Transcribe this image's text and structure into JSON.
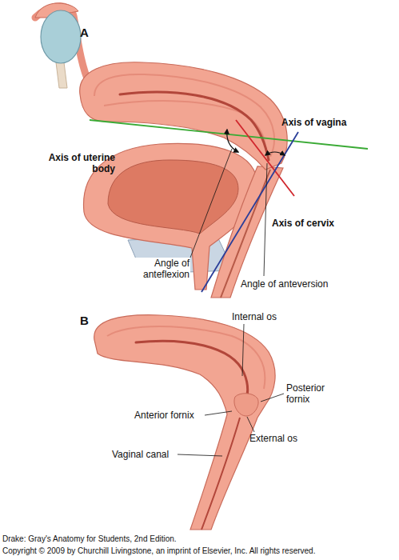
{
  "diagram": {
    "labels": [
      "A",
      "Axis of vagina",
      "Axis of uterine body",
      "Axis of cervix",
      "Angle of anteflexion",
      "Angle of anteversion",
      "B",
      "Internal os",
      "Posterior fornix",
      "Anterior fornix",
      "External os",
      "Vaginal canal",
      "Drake: Gray's Anatomy for Students, 2nd Edition.",
      "Copyright © 2009 by Churchill Livingstone, an imprint of Elsevier, Inc. All rights reserved."
    ]
  }
}
